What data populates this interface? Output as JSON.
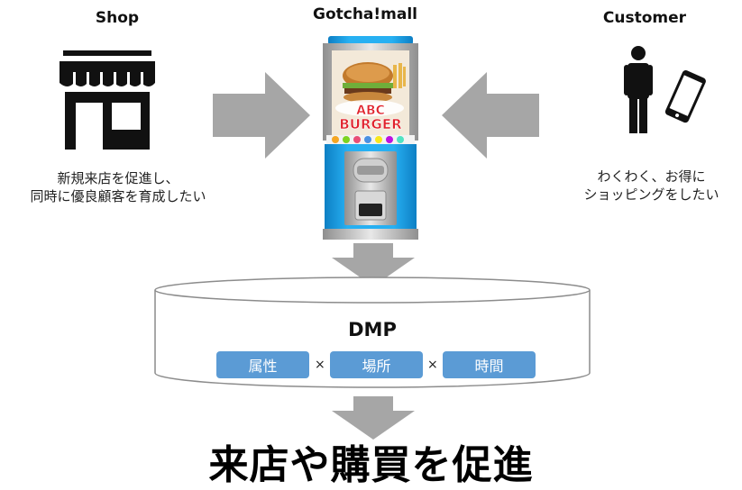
{
  "shop": {
    "title": "Shop",
    "desc_line1": "新規来店を促進し、",
    "desc_line2": "同時に優良顧客を育成したい"
  },
  "machine": {
    "title": "Gotcha!mall",
    "poster_line1": "ABC",
    "poster_line2": "BURGER"
  },
  "customer": {
    "title": "Customer",
    "desc_line1": "わくわく、お得に",
    "desc_line2": "ショッピングをしたい"
  },
  "dmp": {
    "title": "DMP",
    "tags": [
      "属性",
      "場所",
      "時間"
    ],
    "separator": "×"
  },
  "slogan": "来店や購買を促進",
  "colors": {
    "arrow": "#a6a6a6",
    "tag": "#5b9bd5",
    "machine_blue": "#1aa0e8",
    "poster_red": "#e0202a"
  },
  "icons": {
    "shop": "storefront-icon",
    "customer": "person-with-phone-icon"
  }
}
